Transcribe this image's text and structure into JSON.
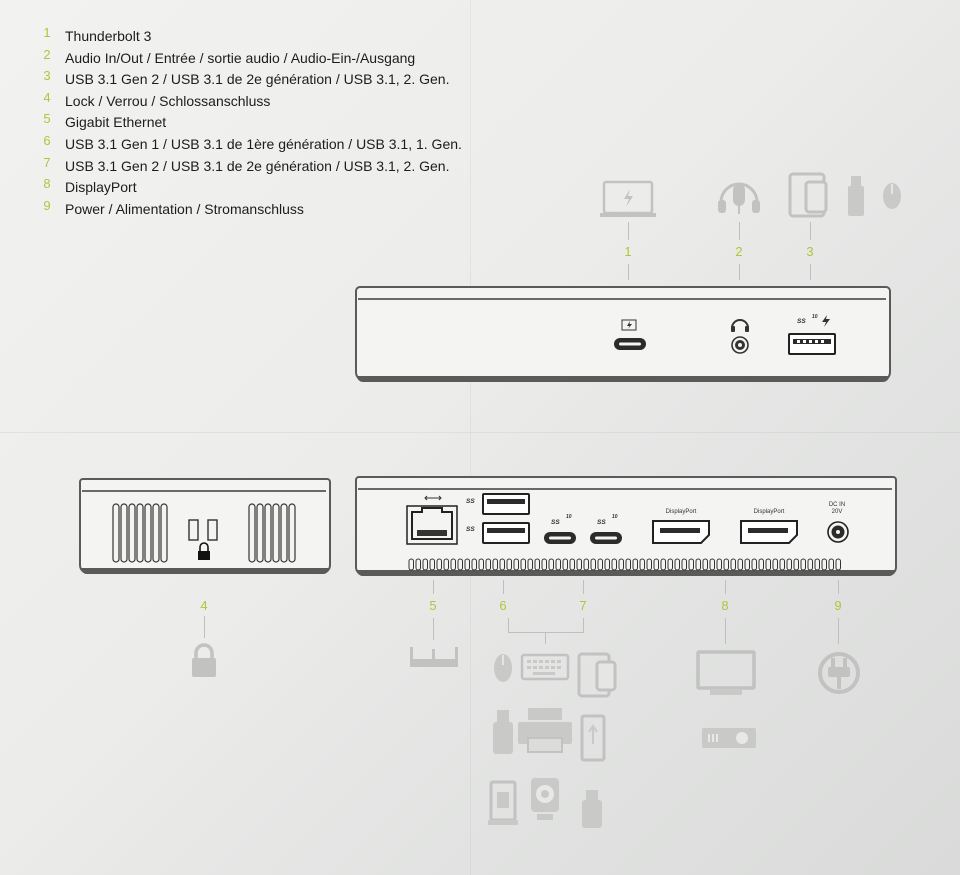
{
  "legend": [
    {
      "num": "1",
      "text": "Thunderbolt 3"
    },
    {
      "num": "2",
      "text": "Audio In/Out / Entrée / sortie audio / Audio-Ein-/Ausgang"
    },
    {
      "num": "3",
      "text": "USB 3.1 Gen 2 / USB 3.1 de 2e génération / USB 3.1, 2. Gen."
    },
    {
      "num": "4",
      "text": "Lock / Verrou / Schlossanschluss"
    },
    {
      "num": "5",
      "text": "Gigabit Ethernet"
    },
    {
      "num": "6",
      "text": "USB 3.1 Gen 1 / USB 3.1 de 1ère génération / USB 3.1, 1. Gen."
    },
    {
      "num": "7",
      "text": "USB 3.1 Gen 2 / USB 3.1 de 2e génération / USB 3.1, 2. Gen."
    },
    {
      "num": "8",
      "text": "DisplayPort"
    },
    {
      "num": "9",
      "text": "Power / Alimentation / Stromanschluss"
    }
  ],
  "callouts": {
    "front": [
      "1",
      "2",
      "3"
    ],
    "side": "4",
    "rear": [
      "5",
      "6",
      "7",
      "8",
      "9"
    ]
  },
  "port_labels": {
    "usb_superspeed": "SS",
    "usb_gen2_badge": "10",
    "displayport_a": "DisplayPort",
    "displayport_b": "DisplayPort",
    "dc_in_line1": "DC IN",
    "dc_in_line2": "20V"
  },
  "icons": {
    "front_1": "laptop-thunderbolt-icon",
    "front_2": "headset-icon",
    "front_3": [
      "tablet-phone-icon",
      "usb-stick-icon",
      "mouse-icon"
    ],
    "side_4": "padlock-icon",
    "rear_5": "router-icon",
    "rear_6_7": [
      "mouse-icon",
      "keyboard-icon",
      "tablet-phone-icon",
      "usb-stick-icon",
      "printer-icon",
      "usb-hub-icon",
      "external-drive-icon",
      "webcam-icon",
      "usb-stick-icon"
    ],
    "rear_8": [
      "monitor-icon",
      "projector-icon"
    ],
    "rear_9": "power-plug-icon"
  },
  "colors": {
    "callout_green": "#a9c93d",
    "line_art": "#5a5a5a",
    "device_grey": "#c9c9c7"
  }
}
